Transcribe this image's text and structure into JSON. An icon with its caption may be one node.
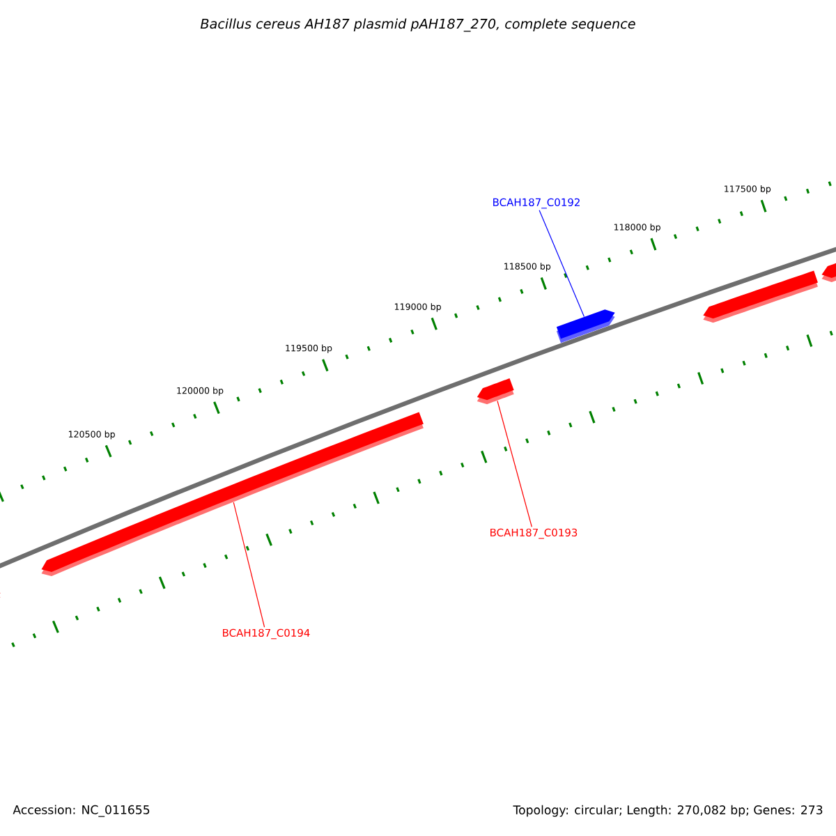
{
  "diagram": {
    "title": "Bacillus cereus AH187 plasmid pAH187_270, complete sequence",
    "nodes": [
      {
        "text": [
          "BCAH187_C0192"
        ]
      },
      {
        "text": [],
        "shape": "pentagon"
      },
      {
        "text": [],
        "shape": "pentagon"
      },
      {
        "text": [],
        "shape": "pentagon"
      },
      {
        "text": [],
        "shape": "pentagon"
      },
      {
        "text": [
          "BCAH187_C0193"
        ]
      },
      {
        "text": [],
        "shape": "pentagon"
      },
      {
        "text": [
          "BCAH187_C0194"
        ]
      },
      {
        "text": [],
        "shape": "pentagon"
      }
    ],
    "edges": [
      {
        "from": 0,
        "to": 1,
        "arrow": "none",
        "color": "#0000ff"
      },
      {
        "from": 5,
        "to": 4,
        "arrow": "none"
      },
      {
        "from": 7,
        "to": 6,
        "arrow": "none"
      }
    ],
    "labels": [
      "117500 bp",
      "118000 bp",
      "118500 bp",
      "119000 bp",
      "119500 bp",
      "120000 bp",
      "120500 bp",
      "Accession: NC_011655",
      "Topology: circular; Length: 270,082 bp; Genes: 273"
    ]
  }
}
